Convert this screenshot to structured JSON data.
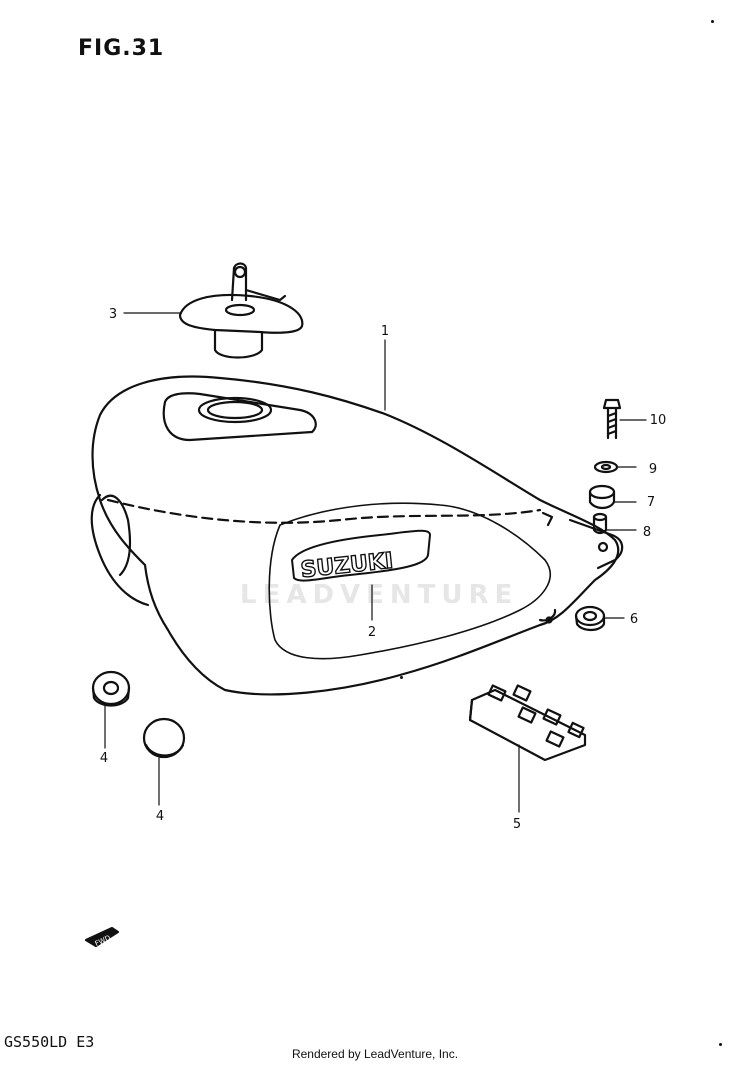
{
  "figure": {
    "title": "FIG.31",
    "model": "GS550LD E3",
    "footer": "Rendered by LeadVenture, Inc.",
    "watermark": "LEADVENTURE",
    "brand_label": "SUZUKI",
    "fwd_label": "FWD"
  },
  "callouts": [
    {
      "number": "1",
      "part": "fuel-tank"
    },
    {
      "number": "2",
      "part": "tank-emblem"
    },
    {
      "number": "3",
      "part": "fuel-cap-lock"
    },
    {
      "number": "4",
      "part": "cushion-upper"
    },
    {
      "number": "4",
      "part": "cushion-lower"
    },
    {
      "number": "5",
      "part": "rear-rubber-pad"
    },
    {
      "number": "6",
      "part": "rear-cushion"
    },
    {
      "number": "7",
      "part": "spacer-collar"
    },
    {
      "number": "8",
      "part": "sleeve"
    },
    {
      "number": "9",
      "part": "washer"
    },
    {
      "number": "10",
      "part": "bolt"
    }
  ]
}
